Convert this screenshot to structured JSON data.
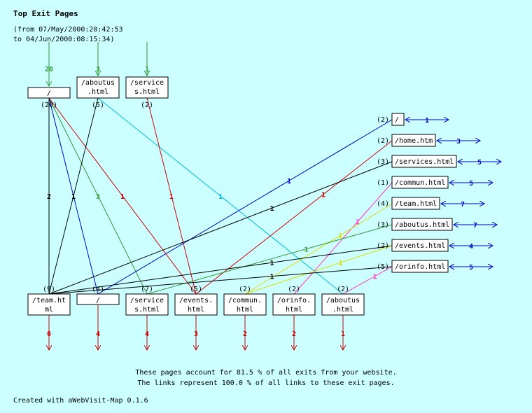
{
  "header": {
    "title": "Top Exit Pages",
    "range_line1": "(from 07/May/2000:20:42:53",
    "range_line2": "to 04/Jun/2000:08:15:34)"
  },
  "entry_pages": [
    {
      "label": [
        "/"
      ],
      "incoming": "20",
      "count": "(20)",
      "incoming_color": "#339933"
    },
    {
      "label": [
        "/aboutus",
        ".html"
      ],
      "incoming": "3",
      "count": "(5)",
      "incoming_color": "#339933"
    },
    {
      "label": [
        "/service",
        "s.html"
      ],
      "incoming": "1",
      "count": "(2)",
      "incoming_color": "#339933"
    }
  ],
  "exit_pages": [
    {
      "label": [
        "/team.ht",
        "ml"
      ],
      "count": "(9)",
      "exits": "6"
    },
    {
      "label": [
        "/"
      ],
      "count": "(4)",
      "exits": "4"
    },
    {
      "label": [
        "/service",
        "s.html"
      ],
      "count": "(7)",
      "exits": "4"
    },
    {
      "label": [
        "/events.",
        "html"
      ],
      "count": "(5)",
      "exits": "3"
    },
    {
      "label": [
        "/commun.",
        "html"
      ],
      "count": "(2)",
      "exits": "2"
    },
    {
      "label": [
        "/orinfo.",
        "html"
      ],
      "count": "(2)",
      "exits": "2"
    },
    {
      "label": [
        "/aboutus",
        ".html"
      ],
      "count": "(2)",
      "exits": "1"
    }
  ],
  "link_pages": [
    {
      "label": "/",
      "count": "(2)",
      "links": "1"
    },
    {
      "label": "/home.htm",
      "count": "(2)",
      "links": "3"
    },
    {
      "label": "/services.html",
      "count": "(3)",
      "links": "5"
    },
    {
      "label": "/commun.html",
      "count": "(1)",
      "links": "5"
    },
    {
      "label": "/team.html",
      "count": "(4)",
      "links": "7"
    },
    {
      "label": "/aboutus.html",
      "count": "(3)",
      "links": "7"
    },
    {
      "label": "/events.html",
      "count": "(2)",
      "links": "4"
    },
    {
      "label": "/orinfo.html",
      "count": "(5)",
      "links": "5"
    }
  ],
  "edges": [
    {
      "from": [
        "top",
        0
      ],
      "to": [
        "bottom",
        0
      ],
      "label": "2",
      "color": "#000000"
    },
    {
      "from": [
        "top",
        0
      ],
      "to": [
        "bottom",
        1
      ],
      "label": "1",
      "color": "#0000cc"
    },
    {
      "from": [
        "top",
        0
      ],
      "to": [
        "bottom",
        2
      ],
      "label": "3",
      "color": "#339933"
    },
    {
      "from": [
        "top",
        0
      ],
      "to": [
        "bottom",
        3
      ],
      "label": "1",
      "color": "#cc0000"
    },
    {
      "from": [
        "top",
        1
      ],
      "to": [
        "bottom",
        0
      ],
      "label": "1",
      "color": "#000000"
    },
    {
      "from": [
        "top",
        1
      ],
      "to": [
        "bottom",
        6
      ],
      "label": "1",
      "color": "#00bbdd"
    },
    {
      "from": [
        "top",
        2
      ],
      "to": [
        "bottom",
        3
      ],
      "label": "1",
      "color": "#cc0000"
    },
    {
      "from": [
        "right",
        0
      ],
      "to": [
        "bottom",
        1
      ],
      "label": "1",
      "color": "#0000cc"
    },
    {
      "from": [
        "right",
        1
      ],
      "to": [
        "bottom",
        3
      ],
      "label": "1",
      "color": "#cc0000"
    },
    {
      "from": [
        "right",
        2
      ],
      "to": [
        "bottom",
        0
      ],
      "label": "1",
      "color": "#000000"
    },
    {
      "from": [
        "right",
        3
      ],
      "to": [
        "bottom",
        5
      ],
      "label": "1",
      "color": "#ff33cc"
    },
    {
      "from": [
        "right",
        4
      ],
      "to": [
        "bottom",
        4
      ],
      "label": "1",
      "color": "#dddd00"
    },
    {
      "from": [
        "right",
        5
      ],
      "to": [
        "bottom",
        2
      ],
      "label": "1",
      "color": "#339933"
    },
    {
      "from": [
        "right",
        6
      ],
      "to": [
        "bottom",
        0
      ],
      "label": "1",
      "color": "#000000"
    },
    {
      "from": [
        "right",
        6
      ],
      "to": [
        "bottom",
        4
      ],
      "label": "1",
      "color": "#dddd00"
    },
    {
      "from": [
        "right",
        7
      ],
      "to": [
        "bottom",
        0
      ],
      "label": "1",
      "color": "#000000"
    },
    {
      "from": [
        "right",
        7
      ],
      "to": [
        "bottom",
        6
      ],
      "label": "1",
      "color": "#ff33cc"
    }
  ],
  "colors": {
    "background": "#ccffff",
    "incoming": "#339933",
    "exits": "#cc0000",
    "links": "#0000cc"
  },
  "footer": {
    "line1": "These pages account for 81.5 % of all exits from your website.",
    "line2": "The links represent 100.0 % of all links to these exit pages.",
    "credit": "Created with aWebVisit-Map 0.1.6"
  }
}
